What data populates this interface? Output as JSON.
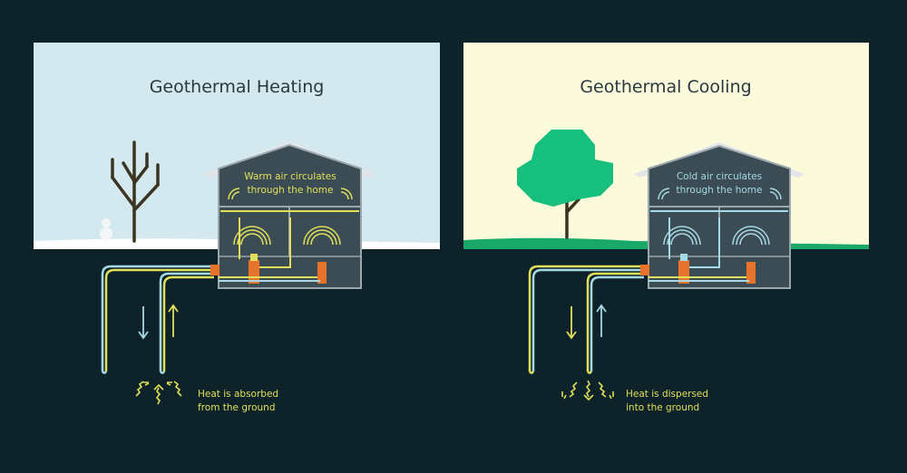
{
  "colors": {
    "background": "#0e2229",
    "heating_sky": "#d3e8ef",
    "cooling_sky": "#fbfbdb",
    "snow": "#ffffff",
    "grass": "#17a86a",
    "house_body": "#3b4c54",
    "house_roof": "#e2e6e8",
    "pipe_yellow": "#e0e05a",
    "pipe_blue": "#a6d8e6",
    "unit_orange": "#e8742c",
    "tree_trunk": "#3a3420",
    "tree_canopy": "#17bf7e"
  },
  "heating": {
    "title": "Geothermal Heating",
    "house_label_line1": "Warm air circulates",
    "house_label_line2": "through the home",
    "ground_label_line1": "Heat is absorbed",
    "ground_label_line2": "from the ground"
  },
  "cooling": {
    "title": "Geothermal Cooling",
    "house_label_line1": "Cold air circulates",
    "house_label_line2": "through the home",
    "ground_label_line1": "Heat is dispersed",
    "ground_label_line2": "into the ground"
  },
  "icons": {
    "arrow_down": "down-arrow-icon",
    "arrow_up": "up-arrow-icon",
    "heat_wave": "heat-wave-icon",
    "air_wave": "air-wave-icon"
  }
}
